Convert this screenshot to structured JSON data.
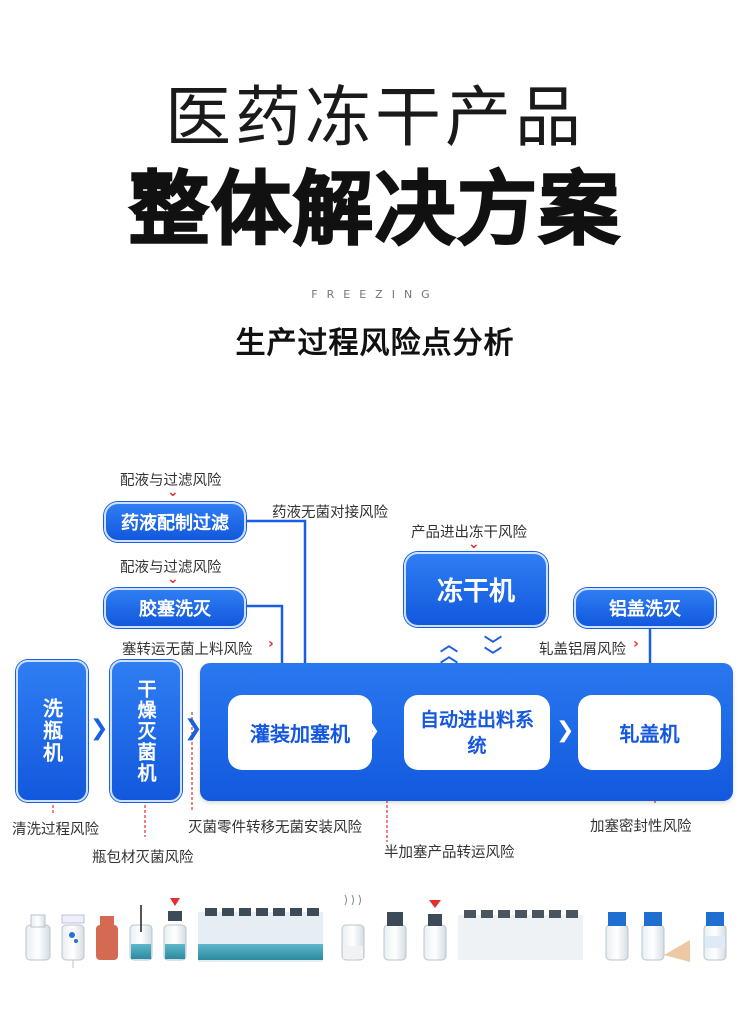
{
  "header": {
    "title_line1": "医药冻干产品",
    "title_line2": "整体解决方案",
    "english": "FREEZING",
    "subtitle": "生产过程风险点分析"
  },
  "boxes": {
    "liquid_filtration": "药液配制过滤",
    "stopper_wash": "胶塞洗灭",
    "bottle_wash": "洗瓶机",
    "dry_sterilize": "干燥灭菌机",
    "filling": "灌装加塞机",
    "auto_load": "自动进出料系统",
    "capping": "轧盖机",
    "freeze_dryer": "冻干机",
    "cap_wash": "铝盖洗灭"
  },
  "risks": {
    "r1": "配液与过滤风险",
    "r2": "配液与过滤风险",
    "r3": "药液无菌对接风险",
    "r4": "塞转运无菌上料风险",
    "r5": "产品进出冻干风险",
    "r6": "轧盖铝屑风险",
    "r7": "清洗过程风险",
    "r8": "瓶包材灭菌风险",
    "r9": "灭菌零件转移无菌安装风险",
    "r10": "半加塞产品转运风险",
    "r11": "加塞密封性风险"
  },
  "colors": {
    "primary_blue": "#1a5fe0",
    "risk_red": "#e03030"
  }
}
